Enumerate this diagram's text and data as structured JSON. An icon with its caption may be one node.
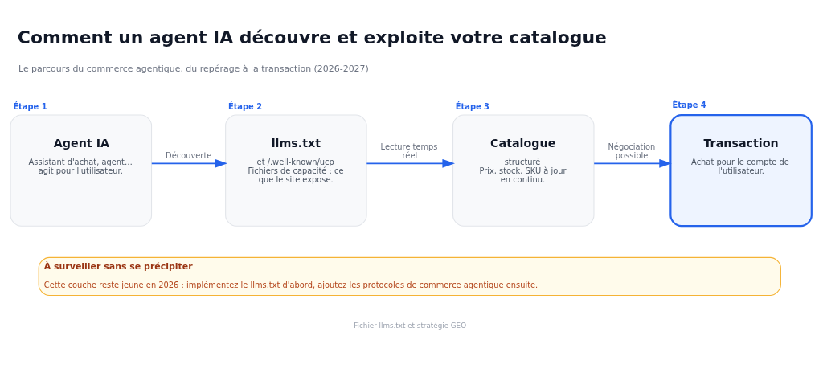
{
  "diagram": {
    "title": "Comment un agent IA découvre et exploite votre catalogue",
    "caption": "Fichier llms.txt et stratégie GEO",
    "nodes": [
      {
        "text": [
          "Étape 1",
          "Agent IA",
          "Assistant d'achat, agent… agit pour l'utilisateur."
        ]
      },
      {
        "text": [
          "Étape 2",
          "llms.txt",
          "et /.well-known/ucp",
          "Fichiers de capacité : ce que le site expose."
        ]
      },
      {
        "text": [
          "Étape 3",
          "Catalogue",
          "structuré",
          "Prix, stock, SKU à jour en continu."
        ]
      },
      {
        "text": [
          "Étape 4",
          "Transaction",
          "Achat pour le compte de l'utilisateur."
        ]
      },
      {
        "text": [
          "À surveiller sans se précipiter",
          "Cette couche reste jeune en 2026 : implémentez le llms.txt d'abord, ajoutez les protocoles de commerce agentique ensuite."
        ]
      }
    ],
    "edges": [
      {
        "from": 0,
        "to": 1,
        "arrow": "to",
        "label": "Découverte"
      },
      {
        "from": 1,
        "to": 2,
        "arrow": "to",
        "label": "Lecture temps réel"
      },
      {
        "from": 2,
        "to": 3,
        "arrow": "to",
        "label": "Négociation possible"
      }
    ],
    "labels": [
      "Le parcours du commerce agentique, du repérage à la transaction (2026-2027)"
    ]
  }
}
